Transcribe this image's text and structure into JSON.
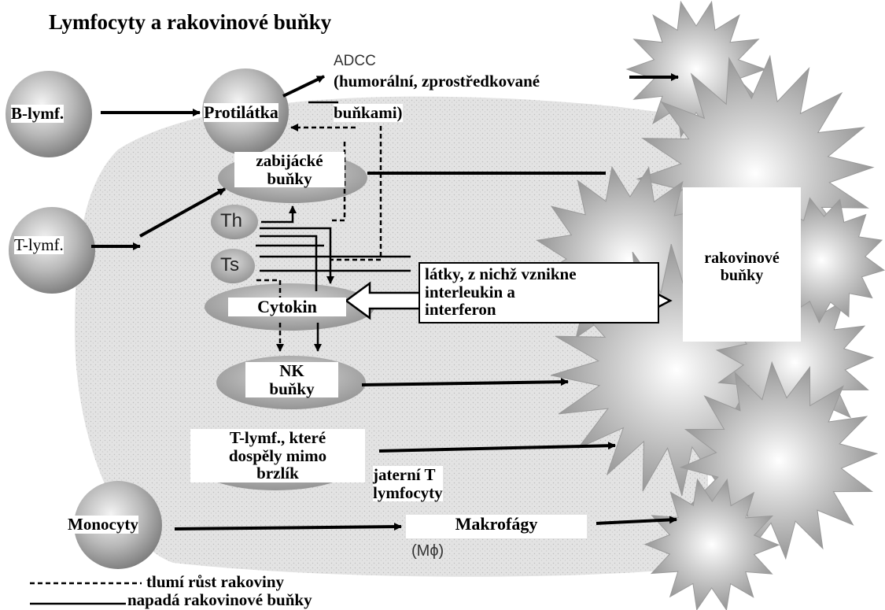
{
  "title": "Lymfocyty a rakovinové buňky",
  "labels": {
    "adcc": "ADCC",
    "adcc_desc_1": "(humorální, zprostředkované",
    "adcc_desc_2": "buňkami)",
    "b_lymph": "B-lymf.",
    "antibody": "Protilátka",
    "killer_1": "zabijácké",
    "killer_2": "buňky",
    "th": "Th",
    "ts": "Ts",
    "t_lymph": "T-lymf.",
    "cytokine": "Cytokin",
    "substances_1": "látky, z nichž vznikne",
    "substances_2": "interleukin a",
    "substances_3": "interferon",
    "nk_1": "NK",
    "nk_2": "buňky",
    "extrathymic_1": "T-lymf., které",
    "extrathymic_2": "dospěly mimo",
    "extrathymic_3": "brzlík",
    "liver_t_1": "jaterní T",
    "liver_t_2": "lymfocyty",
    "monocytes": "Monocyty",
    "macrophages": "Makrofágy",
    "mphi": "(Mϕ)",
    "cancer_1": "rakovinové",
    "cancer_2": "buňky"
  },
  "legend": {
    "dashed": "tlumí růst rakoviny",
    "solid": "napadá rakovinové buňky"
  }
}
